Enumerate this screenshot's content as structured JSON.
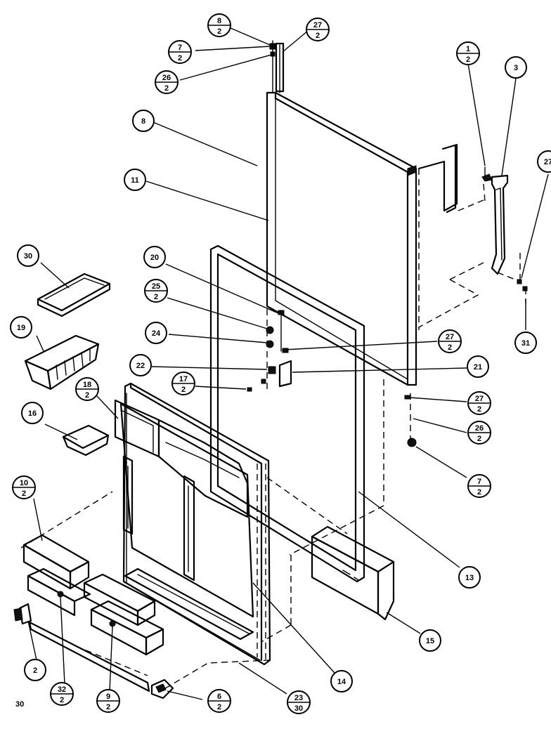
{
  "corner_label": "30",
  "callouts": [
    {
      "id": "c8-2",
      "top": "8",
      "bottom": "2"
    },
    {
      "id": "c27-2a",
      "top": "27",
      "bottom": "2"
    },
    {
      "id": "c7-2a",
      "top": "7",
      "bottom": "2"
    },
    {
      "id": "c26-2a",
      "top": "26",
      "bottom": "2"
    },
    {
      "id": "c1-2",
      "top": "1",
      "bottom": "2"
    },
    {
      "id": "c3",
      "top": "3"
    },
    {
      "id": "c8",
      "top": "8"
    },
    {
      "id": "c27",
      "top": "27"
    },
    {
      "id": "c11",
      "top": "11"
    },
    {
      "id": "c30",
      "top": "30"
    },
    {
      "id": "c20",
      "top": "20"
    },
    {
      "id": "c25-2",
      "top": "25",
      "bottom": "2"
    },
    {
      "id": "c19",
      "top": "19"
    },
    {
      "id": "c24",
      "top": "24"
    },
    {
      "id": "c27-2b",
      "top": "27",
      "bottom": "2"
    },
    {
      "id": "c31",
      "top": "31"
    },
    {
      "id": "c22",
      "top": "22"
    },
    {
      "id": "c21",
      "top": "21"
    },
    {
      "id": "c17-2",
      "top": "17",
      "bottom": "2"
    },
    {
      "id": "c18-2",
      "top": "18",
      "bottom": "2"
    },
    {
      "id": "c27-2c",
      "top": "27",
      "bottom": "2"
    },
    {
      "id": "c16",
      "top": "16"
    },
    {
      "id": "c26-2b",
      "top": "26",
      "bottom": "2"
    },
    {
      "id": "c7-2b",
      "top": "7",
      "bottom": "2"
    },
    {
      "id": "c10-2",
      "top": "10",
      "bottom": "2"
    },
    {
      "id": "c13",
      "top": "13"
    },
    {
      "id": "c15",
      "top": "15"
    },
    {
      "id": "c14",
      "top": "14"
    },
    {
      "id": "c2",
      "top": "2"
    },
    {
      "id": "c32-2",
      "top": "32",
      "bottom": "2"
    },
    {
      "id": "c9-2",
      "top": "9",
      "bottom": "2"
    },
    {
      "id": "c6-2",
      "top": "6",
      "bottom": "2"
    },
    {
      "id": "c23-30",
      "top": "23",
      "bottom": "30"
    }
  ]
}
